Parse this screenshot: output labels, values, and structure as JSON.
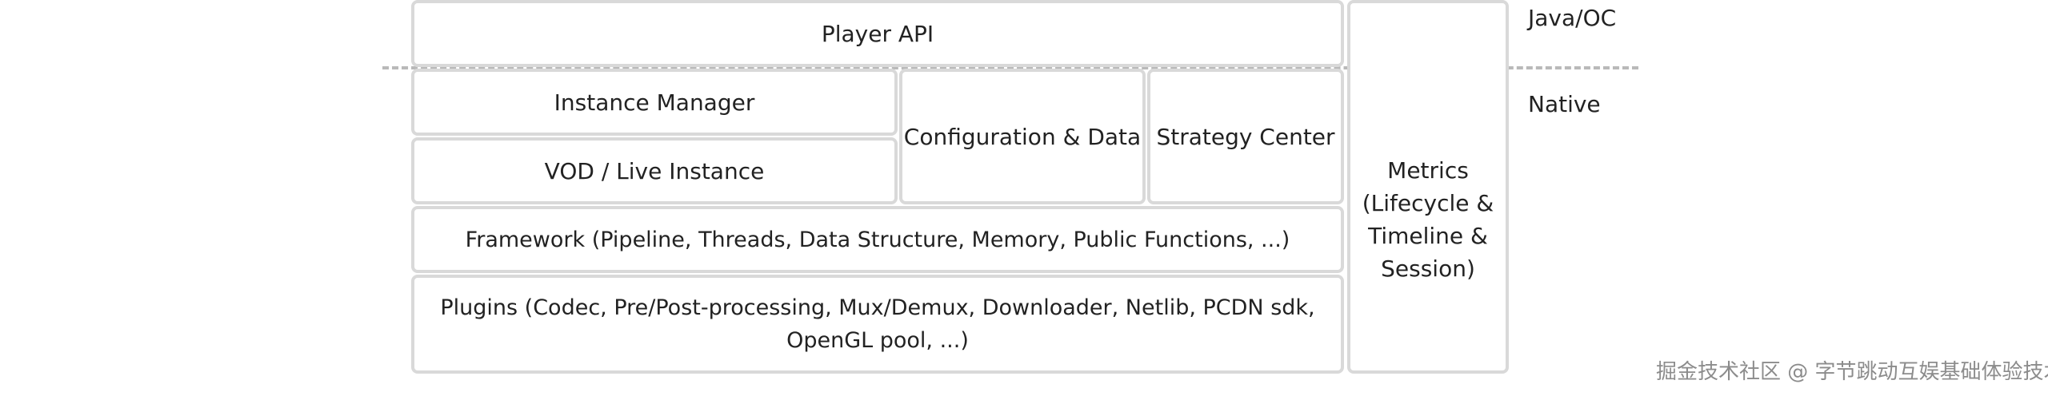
{
  "diagram": {
    "player_api": "Player API",
    "instance_manager": "Instance Manager",
    "vod_live_instance": "VOD / Live Instance",
    "configuration_data": "Configuration & Data",
    "strategy_center": "Strategy Center",
    "framework": "Framework (Pipeline, Threads, Data Structure, Memory, Public Functions, ...)",
    "plugins": "Plugins (Codec, Pre/Post-processing, Mux/Demux, Downloader, Netlib, PCDN sdk, OpenGL pool,  ...)",
    "metrics": "Metrics (Lifecycle & Timeline & Session)"
  },
  "layers": {
    "top": "Java/OC",
    "bottom": "Native"
  },
  "watermark": "掘金技术社区 @ 字节跳动互娱基础体验技术"
}
